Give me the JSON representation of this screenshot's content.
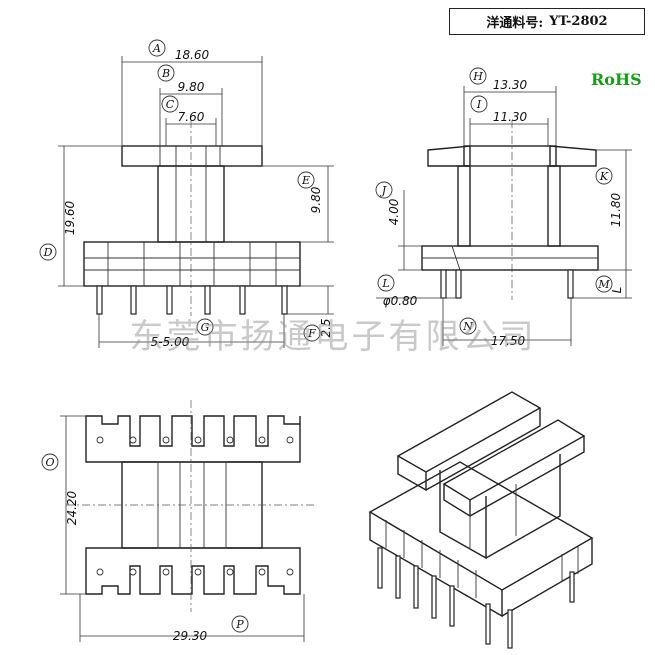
{
  "part_label": "洋通料号:",
  "part_number": "YT-2802",
  "rohs": "RoHS",
  "watermark": "东莞市扬通电子有限公司",
  "dimensions": {
    "A": {
      "label": "A",
      "value": "18.60"
    },
    "B": {
      "label": "B",
      "value": "9.80"
    },
    "C": {
      "label": "C",
      "value": "7.60"
    },
    "D": {
      "label": "D",
      "value": "19.60"
    },
    "E": {
      "label": "E",
      "value": "9.80"
    },
    "F": {
      "label": "F",
      "value": "2.5"
    },
    "G": {
      "label": "G",
      "value": "5-5.00"
    },
    "H": {
      "label": "H",
      "value": "13.30"
    },
    "I": {
      "label": "I",
      "value": "11.30"
    },
    "J": {
      "label": "J",
      "value": "4.00"
    },
    "K": {
      "label": "K",
      "value": "11.80"
    },
    "L": {
      "label": "L",
      "value": "φ0.80"
    },
    "M": {
      "label": "M",
      "value": "L"
    },
    "N": {
      "label": "N",
      "value": "17.50"
    },
    "O": {
      "label": "O",
      "value": "24.20"
    },
    "P": {
      "label": "P",
      "value": "29.30"
    }
  }
}
